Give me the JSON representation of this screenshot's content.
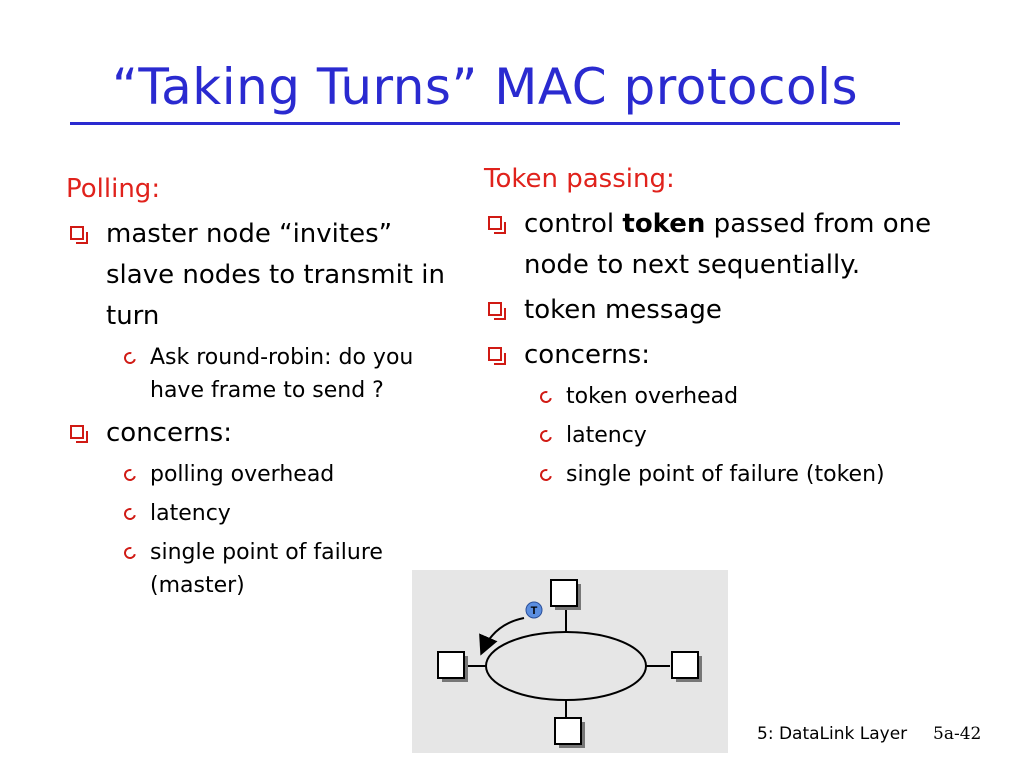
{
  "title": "“Taking Turns” MAC protocols",
  "left": {
    "heading": "Polling:",
    "bullets": [
      {
        "text": "master node “invites” slave nodes to transmit in turn",
        "sub": [
          "Ask round-robin: do you have frame to send ?"
        ]
      },
      {
        "text": "concerns:",
        "sub": [
          "polling overhead",
          "latency",
          "single point of failure (master)"
        ]
      }
    ]
  },
  "right": {
    "heading": "Token passing:",
    "bullet1": {
      "before": "control ",
      "bold": "token",
      "after": " passed from one node to next sequentially."
    },
    "bullet2": "token message",
    "bullet3": "concerns:",
    "sub": [
      "token overhead",
      "latency",
      "single point of failure (token)"
    ]
  },
  "diagram": {
    "token_label": "T"
  },
  "footer": {
    "label": "5: DataLink Layer",
    "page": "5a-42"
  }
}
